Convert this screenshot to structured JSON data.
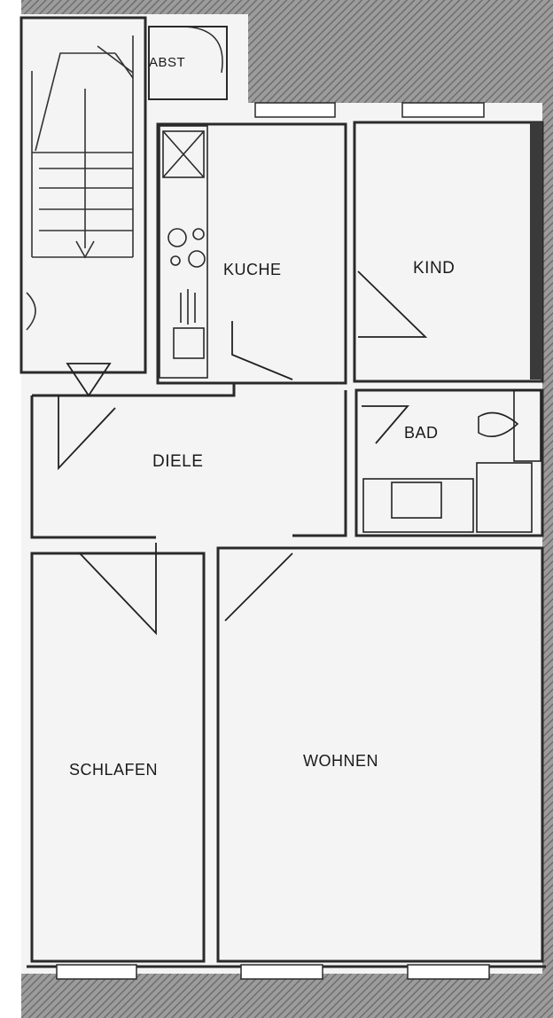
{
  "plan": {
    "rooms": {
      "abst": "ABST",
      "kueche": "KUCHE",
      "kind": "KIND",
      "bad": "BAD",
      "diele": "DIELE",
      "schlafen": "SCHLAFEN",
      "wohnen": "WOHNEN"
    },
    "colors": {
      "paper": "#f4f4f4",
      "hatch": "#8a8a8a",
      "wall": "#3a3a3a",
      "line": "#222222"
    }
  }
}
